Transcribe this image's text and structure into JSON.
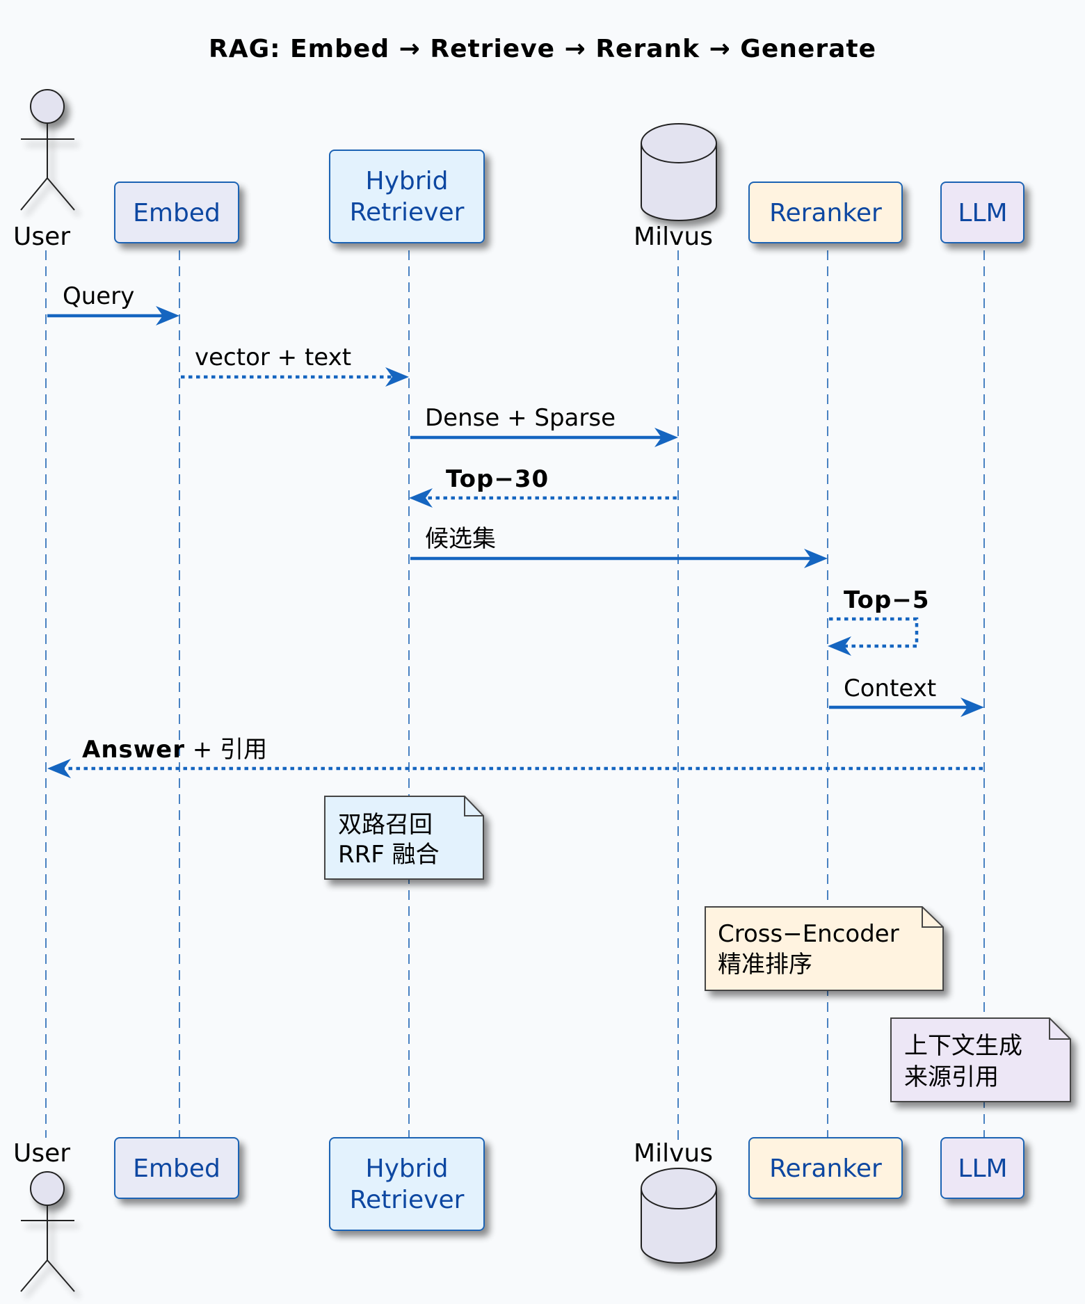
{
  "title": "RAG: Embed → Retrieve → Rerank → Generate",
  "colors": {
    "background": "#f8fafc",
    "arrow": "#1565c0",
    "lifeline": "#1e64b4",
    "participant_text": "#0d47a1",
    "participant_border": "#1e64b4",
    "embed_fill": "#e8eaf6",
    "hybrid_fill": "#e3f2fd",
    "milvus_fill": "#e3e3f0",
    "reranker_fill": "#fff3e0",
    "llm_fill": "#ede7f6",
    "actor_fill": "#e3e3f0"
  },
  "participants": [
    {
      "id": "user",
      "type": "actor",
      "label": "User"
    },
    {
      "id": "embed",
      "type": "participant",
      "label": "Embed"
    },
    {
      "id": "hybrid",
      "type": "participant",
      "label_lines": [
        "Hybrid",
        "Retriever"
      ]
    },
    {
      "id": "milvus",
      "type": "database",
      "label": "Milvus"
    },
    {
      "id": "reranker",
      "type": "participant",
      "label": "Reranker"
    },
    {
      "id": "llm",
      "type": "participant",
      "label": "LLM"
    }
  ],
  "messages": [
    {
      "from": "user",
      "to": "embed",
      "label": "Query",
      "style": "solid",
      "bold": false
    },
    {
      "from": "embed",
      "to": "hybrid",
      "label": "vector + text",
      "style": "dotted",
      "bold": false
    },
    {
      "from": "hybrid",
      "to": "milvus",
      "label": "Dense + Sparse",
      "style": "solid",
      "bold": false
    },
    {
      "from": "milvus",
      "to": "hybrid",
      "label": "Top−30",
      "style": "dotted",
      "bold": true
    },
    {
      "from": "hybrid",
      "to": "reranker",
      "label": "候选集",
      "style": "solid",
      "bold": false
    },
    {
      "from": "reranker",
      "to": "reranker",
      "label": "Top−5",
      "style": "dotted",
      "bold": true
    },
    {
      "from": "reranker",
      "to": "llm",
      "label": "Context",
      "style": "solid",
      "bold": false
    },
    {
      "from": "llm",
      "to": "user",
      "label_bold": "Answer",
      "label_rest": " + 引用",
      "style": "dotted",
      "bold": true
    }
  ],
  "notes": [
    {
      "over": "hybrid",
      "lines": [
        "双路召回",
        "RRF 融合"
      ],
      "fill": "#e3f2fd"
    },
    {
      "over": "reranker",
      "lines": [
        "Cross−Encoder",
        "精准排序"
      ],
      "fill": "#fff3e0"
    },
    {
      "over": "llm",
      "lines": [
        "上下文生成",
        "来源引用"
      ],
      "fill": "#ede7f6"
    }
  ]
}
